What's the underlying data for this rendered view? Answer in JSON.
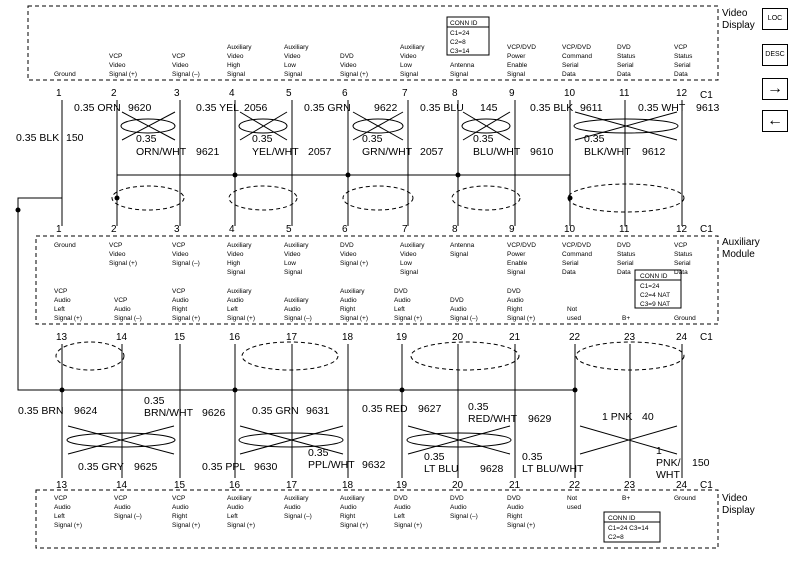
{
  "nav": {
    "loc": "LOC",
    "desc": "DESC",
    "next": "→",
    "prev": "←"
  },
  "video_display_top": {
    "title": [
      "Video",
      "Display"
    ],
    "conn_id": [
      "CONN ID",
      "C1=24",
      "C2=8",
      "C3=14"
    ],
    "connector": "C1",
    "pins": [
      {
        "n": "1",
        "lbl": [
          "Ground"
        ]
      },
      {
        "n": "2",
        "lbl": [
          "VCP",
          "Video",
          "Signal (+)"
        ]
      },
      {
        "n": "3",
        "lbl": [
          "VCP",
          "Video",
          "Signal (–)"
        ]
      },
      {
        "n": "4",
        "lbl": [
          "Auxiliary",
          "Video",
          "High",
          "Signal"
        ]
      },
      {
        "n": "5",
        "lbl": [
          "Auxiliary",
          "Video",
          "Low",
          "Signal"
        ]
      },
      {
        "n": "6",
        "lbl": [
          "DVD",
          "Video",
          "Signal (+)"
        ]
      },
      {
        "n": "7",
        "lbl": [
          "Auxiliary",
          "Video",
          "Low",
          "Signal"
        ]
      },
      {
        "n": "8",
        "lbl": [
          "Antenna",
          "Signal"
        ]
      },
      {
        "n": "9",
        "lbl": [
          "VCP/DVD",
          "Power",
          "Enable",
          "Signal"
        ]
      },
      {
        "n": "10",
        "lbl": [
          "VCP/DVD",
          "Command",
          "Serial",
          "Data"
        ]
      },
      {
        "n": "11",
        "lbl": [
          "DVD",
          "Status",
          "Serial",
          "Data"
        ]
      },
      {
        "n": "12",
        "lbl": [
          "VCP",
          "Status",
          "Serial",
          "Data"
        ]
      }
    ]
  },
  "aux_module": {
    "title": [
      "Auxiliary",
      "Module"
    ],
    "conn_id": [
      "CONN ID",
      "C1=24",
      "C2=4 NAT",
      "C3=9 NAT"
    ],
    "connector_top": "C1",
    "connector_bottom": "C1",
    "top_pins": [
      {
        "n": "1",
        "lbl": [
          "Ground"
        ]
      },
      {
        "n": "2",
        "lbl": [
          "VCP",
          "Video",
          "Signal (+)"
        ]
      },
      {
        "n": "3",
        "lbl": [
          "VCP",
          "Video",
          "Signal (–)"
        ]
      },
      {
        "n": "4",
        "lbl": [
          "Auxiliary",
          "Video",
          "High",
          "Signal"
        ]
      },
      {
        "n": "5",
        "lbl": [
          "Auxiliary",
          "Video",
          "Low",
          "Signal"
        ]
      },
      {
        "n": "6",
        "lbl": [
          "DVD",
          "Video",
          "Signal (+)"
        ]
      },
      {
        "n": "7",
        "lbl": [
          "Auxiliary",
          "Video",
          "Low",
          "Signal"
        ]
      },
      {
        "n": "8",
        "lbl": [
          "Antenna",
          "Signal"
        ]
      },
      {
        "n": "9",
        "lbl": [
          "VCP/DVD",
          "Power",
          "Enable",
          "Signal"
        ]
      },
      {
        "n": "10",
        "lbl": [
          "VCP/DVD",
          "Command",
          "Serial",
          "Data"
        ]
      },
      {
        "n": "11",
        "lbl": [
          "DVD",
          "Status",
          "Serial",
          "Data"
        ]
      },
      {
        "n": "12",
        "lbl": [
          "VCP",
          "Status",
          "Serial",
          "Data"
        ]
      }
    ],
    "bottom_pins": [
      {
        "n": "13",
        "lbl": [
          "VCP",
          "Audio",
          "Left",
          "Signal (+)"
        ]
      },
      {
        "n": "14",
        "lbl": [
          "VCP",
          "Audio",
          "Signal (–)"
        ]
      },
      {
        "n": "15",
        "lbl": [
          "VCP",
          "Audio",
          "Right",
          "Signal (+)"
        ]
      },
      {
        "n": "16",
        "lbl": [
          "Auxiliary",
          "Audio",
          "Left",
          "Signal (+)"
        ]
      },
      {
        "n": "17",
        "lbl": [
          "Auxiliary",
          "Audio",
          "Signal (–)"
        ]
      },
      {
        "n": "18",
        "lbl": [
          "Auxiliary",
          "Audio",
          "Right",
          "Signal (+)"
        ]
      },
      {
        "n": "19",
        "lbl": [
          "DVD",
          "Audio",
          "Left",
          "Signal (+)"
        ]
      },
      {
        "n": "20",
        "lbl": [
          "DVD",
          "Audio",
          "Signal (–)"
        ]
      },
      {
        "n": "21",
        "lbl": [
          "DVD",
          "Audio",
          "Right",
          "Signal (+)"
        ]
      },
      {
        "n": "22",
        "lbl": [
          "Not",
          "used"
        ]
      },
      {
        "n": "23",
        "lbl": [
          "B+"
        ]
      },
      {
        "n": "24",
        "lbl": [
          "Ground"
        ]
      }
    ]
  },
  "video_display_bottom": {
    "title": [
      "Video",
      "Display"
    ],
    "conn_id": [
      "CONN ID",
      "C1=24 C3=14",
      "C2=8"
    ],
    "connector": "C1",
    "pins": [
      {
        "n": "13",
        "lbl": [
          "VCP",
          "Audio",
          "Left",
          "Signal (+)"
        ]
      },
      {
        "n": "14",
        "lbl": [
          "VCP",
          "Audio",
          "Signal (–)"
        ]
      },
      {
        "n": "15",
        "lbl": [
          "VCP",
          "Audio",
          "Right",
          "Signal (+)"
        ]
      },
      {
        "n": "16",
        "lbl": [
          "Auxiliary",
          "Audio",
          "Left",
          "Signal (+)"
        ]
      },
      {
        "n": "17",
        "lbl": [
          "Auxiliary",
          "Audio",
          "Signal (–)"
        ]
      },
      {
        "n": "18",
        "lbl": [
          "Auxiliary",
          "Audio",
          "Right",
          "Signal (+)"
        ]
      },
      {
        "n": "19",
        "lbl": [
          "DVD",
          "Audio",
          "Left",
          "Signal (+)"
        ]
      },
      {
        "n": "20",
        "lbl": [
          "DVD",
          "Audio",
          "Signal (–)"
        ]
      },
      {
        "n": "21",
        "lbl": [
          "DVD",
          "Audio",
          "Right",
          "Signal (+)"
        ]
      },
      {
        "n": "22",
        "lbl": [
          "Not",
          "used"
        ]
      },
      {
        "n": "23",
        "lbl": [
          "B+"
        ]
      },
      {
        "n": "24",
        "lbl": [
          "Ground"
        ]
      }
    ]
  },
  "wires_top": {
    "ground": [
      "0.35 BLK",
      "150"
    ],
    "w2": [
      "0.35 ORN",
      "9620"
    ],
    "w3": [
      "0.35",
      "ORN/WHT",
      "9621"
    ],
    "w4": [
      "0.35 YEL",
      "2056"
    ],
    "w5": [
      "0.35",
      "YEL/WHT",
      "2057"
    ],
    "w6": [
      "0.35 GRN",
      "9622"
    ],
    "w7": [
      "0.35",
      "GRN/WHT",
      "2057"
    ],
    "w8": [
      "0.35 BLU",
      "145"
    ],
    "w9": [
      "0.35",
      "BLU/WHT",
      "9610"
    ],
    "w10": [
      "0.35 BLK",
      "9611"
    ],
    "w11": [
      "0.35",
      "BLK/WHT",
      "9612"
    ],
    "w12": [
      "0.35 WHT",
      "9613"
    ]
  },
  "wires_bottom": {
    "w13": [
      "0.35 BRN",
      "9624"
    ],
    "w14": [
      "0.35 GRY",
      "9625"
    ],
    "w15": [
      "0.35",
      "BRN/WHT",
      "9626"
    ],
    "w16": [
      "0.35 PPL",
      "9630"
    ],
    "w17": [
      "0.35 GRN",
      "9631"
    ],
    "w18": [
      "0.35",
      "PPL/WHT",
      "9632"
    ],
    "w19": [
      "0.35 RED",
      "9627"
    ],
    "w20": [
      "0.35",
      "LT BLU",
      "9628"
    ],
    "w21": [
      "0.35",
      "RED/WHT",
      "9629"
    ],
    "w21b": [
      "0.35",
      "LT BLU/WHT"
    ],
    "w23": [
      "1 PNK",
      "40"
    ],
    "w24": [
      "1",
      "PNK/",
      "WHT",
      "150"
    ]
  }
}
